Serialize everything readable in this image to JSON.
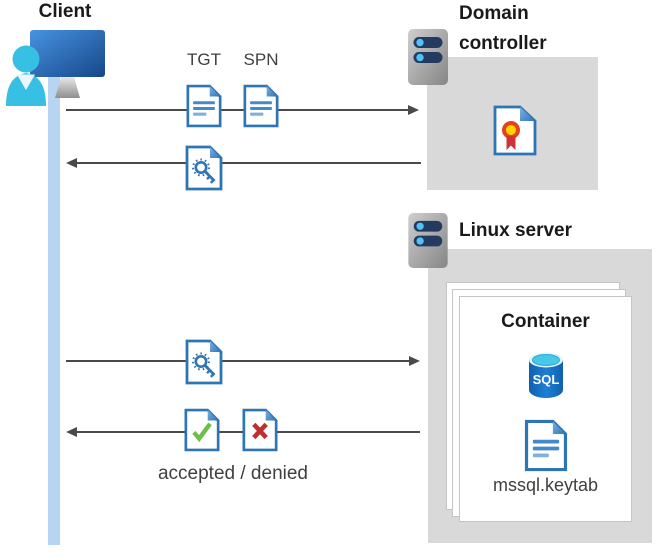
{
  "colors": {
    "arrow": "#4A4A4A",
    "lifeline_blue": "#B7D5F2",
    "box_gray": "#D9D9D9",
    "doc_border": "#2E75B6",
    "doc_line_dark": "#4489CC",
    "doc_line_light": "#7FB0E0",
    "check_green": "#6CC04A",
    "cross_red": "#C02F2F",
    "rosette_ring": "#E2431E",
    "rosette_center": "#FFD400",
    "ribbon_red": "#CE3434",
    "server_bar_navy": "#243A5E",
    "server_dot_blue": "#4FC3F7",
    "person_cyan": "#38BFE4",
    "text_dark": "#1A1A1A",
    "text_mid": "#404040"
  },
  "client": {
    "label": "Client"
  },
  "domain_controller": {
    "label": "Domain controller"
  },
  "linux_server": {
    "label": "Linux server",
    "container": {
      "label": "Container",
      "keytab_file": "mssql.keytab"
    }
  },
  "flows": {
    "tgt_label": "TGT",
    "spn_label": "SPN",
    "verdict_label": "accepted / denied"
  },
  "icons": {
    "client_device": "client-device-icon",
    "domain_controller_server": "server-icon",
    "linux_server": "server-icon",
    "tgt_document": "document-icon",
    "spn_document": "document-icon",
    "service_ticket": "key-document-icon",
    "certificate": "certificate-icon",
    "sql_database": "sql-database-icon",
    "keytab_file": "document-icon",
    "accepted": "check-document-icon",
    "denied": "cross-document-icon"
  }
}
